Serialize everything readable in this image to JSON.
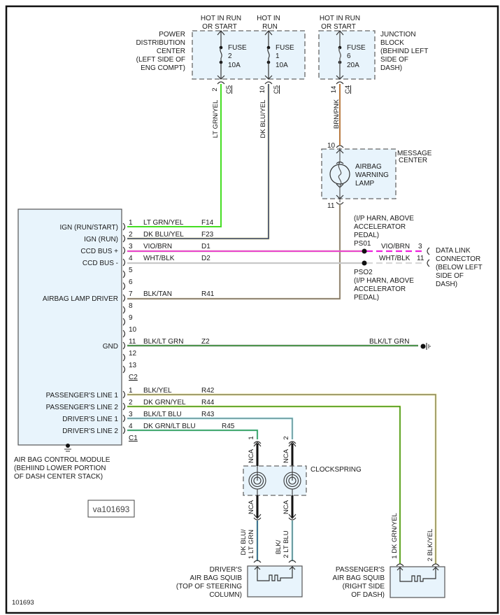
{
  "figure_id": "101693",
  "image_tag": "va101693",
  "power_sources": [
    {
      "label_1": "HOT IN RUN",
      "label_2": "OR START"
    },
    {
      "label_1": "HOT IN",
      "label_2": "RUN"
    },
    {
      "label_1": "HOT IN RUN",
      "label_2": "OR START"
    }
  ],
  "pdc": {
    "name_lines": [
      "POWER",
      "DISTRIBUTION",
      "CENTER",
      "(LEFT SIDE OF",
      "ENG COMPT)"
    ],
    "fuses": [
      {
        "label": "FUSE",
        "number": "2",
        "rating": "10A",
        "pin": "2",
        "connector": "C5"
      },
      {
        "label": "FUSE",
        "number": "1",
        "rating": "10A",
        "pin": "10",
        "connector": "C5"
      }
    ]
  },
  "junction_block": {
    "name_lines": [
      "JUNCTION",
      "BLOCK",
      "(BEHIND LEFT",
      "SIDE OF",
      "DASH)"
    ],
    "fuse": {
      "label": "FUSE",
      "number": "6",
      "rating": "20A",
      "pin": "14",
      "connector": "C4"
    }
  },
  "message_center": {
    "name_lines": [
      "MESSAGE",
      "CENTER"
    ],
    "lamp_lines": [
      "AIRBAG",
      "WARNING",
      "LAMP"
    ],
    "pin_in": "10",
    "pin_out": "11"
  },
  "vertical_wire_labels": {
    "f14": "LT GRN/YEL",
    "f23": "DK BLU/YEL",
    "lamp_feed": "BRN/PNK",
    "drv1_top": "NCA",
    "drv2_top": "NCA",
    "drv1_bot": "NCA",
    "drv2_bot": "NCA",
    "drv1_squib_a": "DK BLU/",
    "drv1_squib_b": "1 LT GRN",
    "drv2_squib_a": "BLK/",
    "drv2_squib_b": "2 LT BLU",
    "pass1": "1  DK GRN/YEL",
    "pass2": "2  BLK/YEL",
    "cs_pin1": "1",
    "cs_pin2": "2"
  },
  "acm": {
    "name_lines": [
      "AIR BAG CONTROL MODULE",
      "(BEHIIND LOWER PORTION",
      "OF DASH CENTER STACK)"
    ],
    "c2_label": "C2",
    "c1_label": "C1",
    "c2_pins": [
      {
        "pin": "1",
        "func": "IGN (RUN/START)",
        "color": "LT GRN/YEL",
        "circuit": "F14"
      },
      {
        "pin": "2",
        "func": "IGN (RUN)",
        "color": "DK BLU/YEL",
        "circuit": "F23"
      },
      {
        "pin": "3",
        "func": "CCD BUS +",
        "color": "VIO/BRN",
        "circuit": "D1"
      },
      {
        "pin": "4",
        "func": "CCD BUS -",
        "color": "WHT/BLK",
        "circuit": "D2"
      },
      {
        "pin": "5",
        "func": "",
        "color": "",
        "circuit": ""
      },
      {
        "pin": "6",
        "func": "",
        "color": "",
        "circuit": ""
      },
      {
        "pin": "7",
        "func": "AIRBAG LAMP DRIVER",
        "color": "BLK/TAN",
        "circuit": "R41"
      },
      {
        "pin": "8",
        "func": "",
        "color": "",
        "circuit": ""
      },
      {
        "pin": "9",
        "func": "",
        "color": "",
        "circuit": ""
      },
      {
        "pin": "10",
        "func": "",
        "color": "",
        "circuit": ""
      },
      {
        "pin": "11",
        "func": "GND",
        "color": "BLK/LT GRN",
        "circuit": "Z2"
      },
      {
        "pin": "12",
        "func": "",
        "color": "",
        "circuit": ""
      },
      {
        "pin": "13",
        "func": "",
        "color": "",
        "circuit": ""
      }
    ],
    "c1_pins": [
      {
        "pin": "1",
        "func": "PASSENGER'S LINE 1",
        "color": "BLK/YEL",
        "circuit": "R42"
      },
      {
        "pin": "2",
        "func": "PASSENGER'S LINE 2",
        "color": "DK GRN/YEL",
        "circuit": "R44"
      },
      {
        "pin": "3",
        "func": "DRIVER'S LINE 1",
        "color": "BLK/LT BLU",
        "circuit": "R43"
      },
      {
        "pin": "4",
        "func": "DRIVER'S LINE 2",
        "color": "DK GRN/LT BLU",
        "circuit": "R45"
      }
    ]
  },
  "splices": {
    "ps01": {
      "name": "PS01",
      "loc_lines": [
        "(I/P HARN, ABOVE",
        "ACCELERATOR",
        "PEDAL)"
      ],
      "color": "VIO/BRN",
      "pin": "3"
    },
    "ps02": {
      "name": "PSO2",
      "loc_lines": [
        "(I/P HARN, ABOVE",
        "ACCELERATOR",
        "PEDAL)"
      ],
      "color": "WHT/BLK",
      "pin": "11"
    }
  },
  "dlc": {
    "name_lines": [
      "DATA LINK",
      "CONNECTOR",
      "(BELOW LEFT",
      "SIDE OF",
      "DASH)"
    ]
  },
  "ground": {
    "color": "BLK/LT GRN"
  },
  "clockspring": {
    "name": "CLOCKSPRING"
  },
  "driver_squib": {
    "name_lines": [
      "DRIVER'S",
      "AIR BAG SQUIB",
      "(TOP OF STEERING",
      "COLUMN)"
    ]
  },
  "passenger_squib": {
    "name_lines": [
      "PASSENGER'S",
      "AIR BAG SQUIB",
      "(RIGHT SIDE",
      "OF DASH)"
    ]
  },
  "wire_colors": {
    "lt_grn_yel": "#44dd22",
    "dk_blu_yel": "#1a2a7a",
    "brn_pnk": "#b06a2a",
    "vio_brn": "#ee22dd",
    "wht_blk": "#c8c8c8",
    "blk_tan": "#7a7068",
    "blk_lt_grn": "#2a9a2a",
    "blk_yel": "#777777",
    "dk_grn_yel": "#1a8a1a",
    "blk_lt_blu": "#7fd8e0",
    "dk_grn_lt_blu": "#2a9a4a"
  }
}
